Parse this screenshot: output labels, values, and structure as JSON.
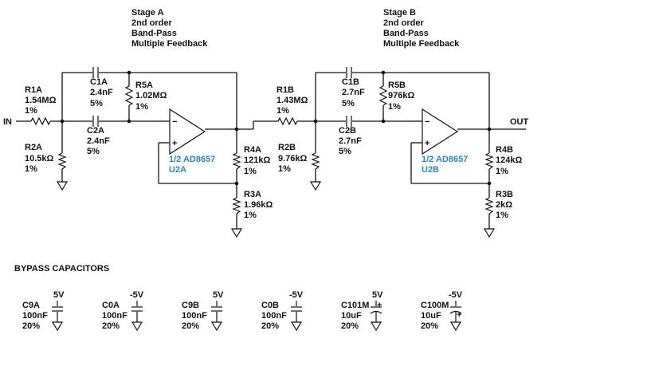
{
  "stageA": {
    "lines": [
      "Stage A",
      "2nd order",
      "Band-Pass",
      "Multiple Feedback"
    ]
  },
  "stageB": {
    "lines": [
      "Stage B",
      "2nd order",
      "Band-Pass",
      "Multiple Feedback"
    ]
  },
  "io": {
    "in": "IN",
    "out": "OUT"
  },
  "components": {
    "R1A": [
      "R1A",
      "1.54MΩ",
      "1%"
    ],
    "R2A": [
      "R2A",
      "10.5kΩ",
      "1%"
    ],
    "C1A": [
      "C1A",
      "2.4nF",
      "5%"
    ],
    "C2A": [
      "C2A",
      "2.4nF",
      "5%"
    ],
    "R5A": [
      "R5A",
      "1.02MΩ",
      "1%"
    ],
    "R4A": [
      "R4A",
      "121kΩ",
      "1%"
    ],
    "R3A": [
      "R3A",
      "1.96kΩ",
      "1%"
    ],
    "U2A": [
      "1/2 AD8657",
      "U2A"
    ],
    "R1B": [
      "R1B",
      "1.43MΩ",
      "1%"
    ],
    "R2B": [
      "R2B",
      "9.76kΩ",
      "1%"
    ],
    "C1B": [
      "C1B",
      "2.7nF",
      "5%"
    ],
    "C2B": [
      "C2B",
      "2.7nF",
      "5%"
    ],
    "R5B": [
      "R5B",
      "976kΩ",
      "1%"
    ],
    "R4B": [
      "R4B",
      "124kΩ",
      "1%"
    ],
    "R3B": [
      "R3B",
      "2kΩ",
      "1%"
    ],
    "U2B": [
      "1/2 AD8657",
      "U2B"
    ]
  },
  "opamp_signs": {
    "minus": "−",
    "plus": "+"
  },
  "bypass": {
    "title": "BYPASS CAPACITORS",
    "caps": [
      {
        "id": "C9A",
        "lines": [
          "C9A",
          "100nF",
          "20%"
        ],
        "rail": "5V",
        "polarized": false
      },
      {
        "id": "C0A",
        "lines": [
          "C0A",
          "100nF",
          "20%"
        ],
        "rail": "-5V",
        "polarized": false
      },
      {
        "id": "C9B",
        "lines": [
          "C9B",
          "100nF",
          "20%"
        ],
        "rail": "5V",
        "polarized": false
      },
      {
        "id": "C0B",
        "lines": [
          "C0B",
          "100nF",
          "20%"
        ],
        "rail": "-5V",
        "polarized": false
      },
      {
        "id": "C101M",
        "lines": [
          "C101M",
          "10uF",
          "20%"
        ],
        "rail": "5V",
        "polarized": true
      },
      {
        "id": "C100M",
        "lines": [
          "C100M",
          "10uF",
          "20%"
        ],
        "rail": "-5V",
        "polarized": true
      }
    ]
  }
}
